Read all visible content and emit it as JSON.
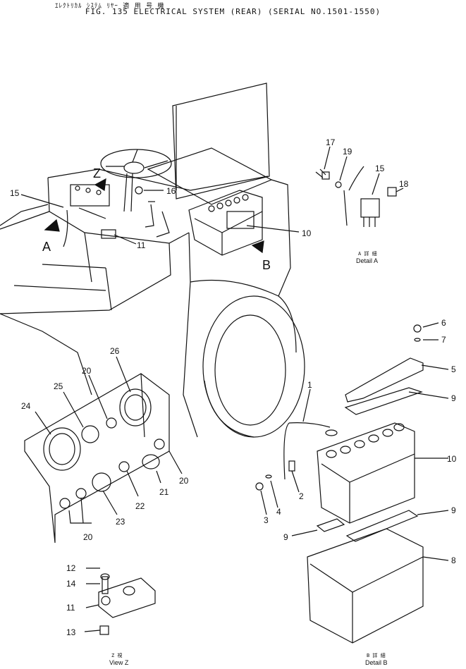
{
  "header": {
    "japanese_line": "ｴﾚｸﾄﾘｶﾙ ｼｽﾃﾑ        ﾘﾔｰ     適 用 号 機",
    "title": "FIG. 135  ELECTRICAL SYSTEM (REAR)  (SERIAL NO.1501-1550)"
  },
  "callouts": {
    "c1": "1",
    "c2": "2",
    "c3": "3",
    "c4": "4",
    "c5": "5",
    "c6": "6",
    "c7": "7",
    "c8": "8",
    "c9a": "9",
    "c9b": "9",
    "c9c": "9",
    "c10a": "10",
    "c10b": "10",
    "c11a": "11",
    "c11b": "11",
    "c12": "12",
    "c13": "13",
    "c14": "14",
    "c15a": "15",
    "c15b": "15",
    "c16": "16",
    "c17": "17",
    "c18": "18",
    "c19": "19",
    "c20a": "20",
    "c20b": "20",
    "c20c": "20",
    "c21": "21",
    "c22": "22",
    "c23": "23",
    "c24": "24",
    "c25": "25",
    "c26": "26"
  },
  "view_arrows": {
    "a": "A",
    "b": "B",
    "z": "Z"
  },
  "details": {
    "detail_a_jp": "A 詳 細",
    "detail_a_en": "Detail A",
    "detail_b_jp": "B 詳 細",
    "detail_b_en": "Detail B",
    "view_z_jp": "Z  視",
    "view_z_en": "View Z"
  }
}
